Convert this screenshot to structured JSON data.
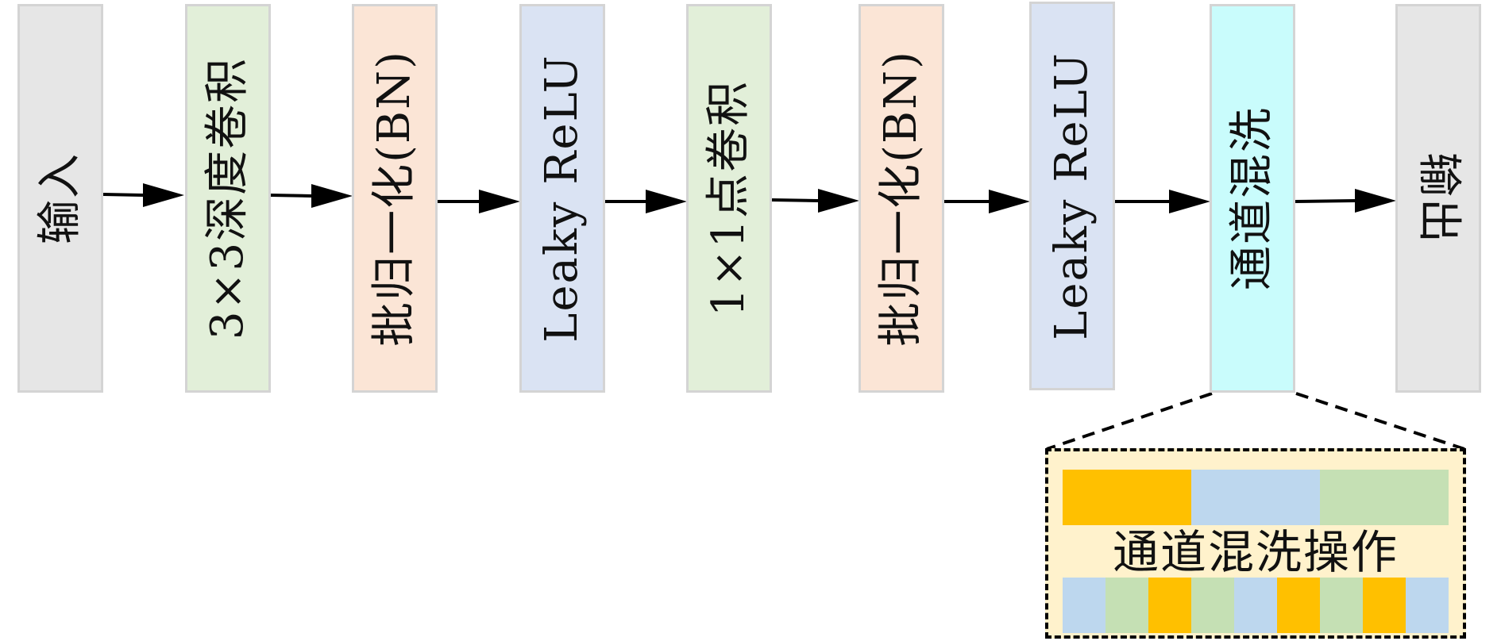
{
  "blocks": [
    {
      "id": "input",
      "label": "输入"
    },
    {
      "id": "depthwise-conv",
      "label": "3×3深度卷积"
    },
    {
      "id": "batch-norm-1",
      "label": "批归一化(BN)"
    },
    {
      "id": "leaky-relu-1",
      "label": "Leaky ReLU"
    },
    {
      "id": "pointwise-conv",
      "label": "1×1点卷积"
    },
    {
      "id": "batch-norm-2",
      "label": "批归一化(BN)"
    },
    {
      "id": "leaky-relu-2",
      "label": "Leaky ReLU"
    },
    {
      "id": "channel-shuffle",
      "label": "通道混洗"
    },
    {
      "id": "output",
      "label": "输出"
    }
  ],
  "detail": {
    "title": "通道混洗操作",
    "top_segments": [
      "orange",
      "blue",
      "green"
    ],
    "bottom_segments": [
      "blue",
      "green",
      "orange",
      "green",
      "blue",
      "orange",
      "green",
      "orange",
      "blue"
    ]
  },
  "colors": {
    "orange": "#ffc000",
    "blue": "#bdd7ee",
    "green": "#c5e0b4",
    "detail_background": "#fff2cc"
  }
}
